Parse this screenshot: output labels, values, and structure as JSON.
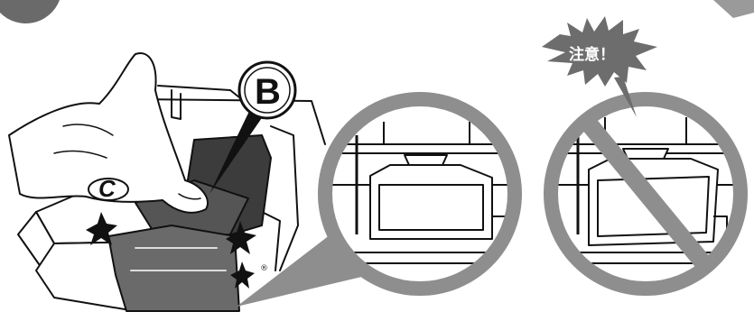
{
  "labels": {
    "head_b": "B",
    "lock_c": "C",
    "caution": "注意！",
    "screw_mark": "®"
  },
  "colors": {
    "ink": "#111111",
    "grey_part": "#6a6a6a",
    "dark_part": "#3c3c3c",
    "circle_ring": "#8e8e8e",
    "starburst": "#6d6d6d",
    "caution_text": "#ffffff"
  },
  "icons": [
    "step-number-circle-icon",
    "arrow-corner-icon",
    "prohibited-icon",
    "caution-starburst-icon",
    "impact-star-icon"
  ]
}
